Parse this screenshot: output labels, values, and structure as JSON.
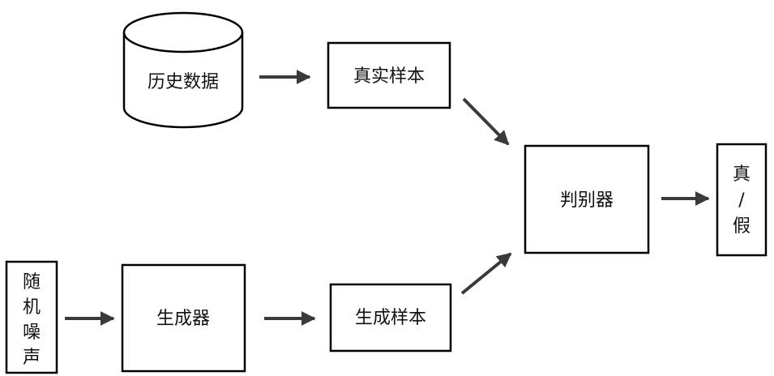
{
  "nodes": {
    "history_data": "历史数据",
    "real_samples": "真实样本",
    "discriminator": "判别器",
    "output": [
      "真",
      "/",
      "假"
    ],
    "random_noise": [
      "随",
      "机",
      "噪",
      "声"
    ],
    "generator": "生成器",
    "generated_samples": "生成样本"
  },
  "colors": {
    "border": "#000000",
    "arrow": "#3a3a3a",
    "text": "#111111"
  }
}
